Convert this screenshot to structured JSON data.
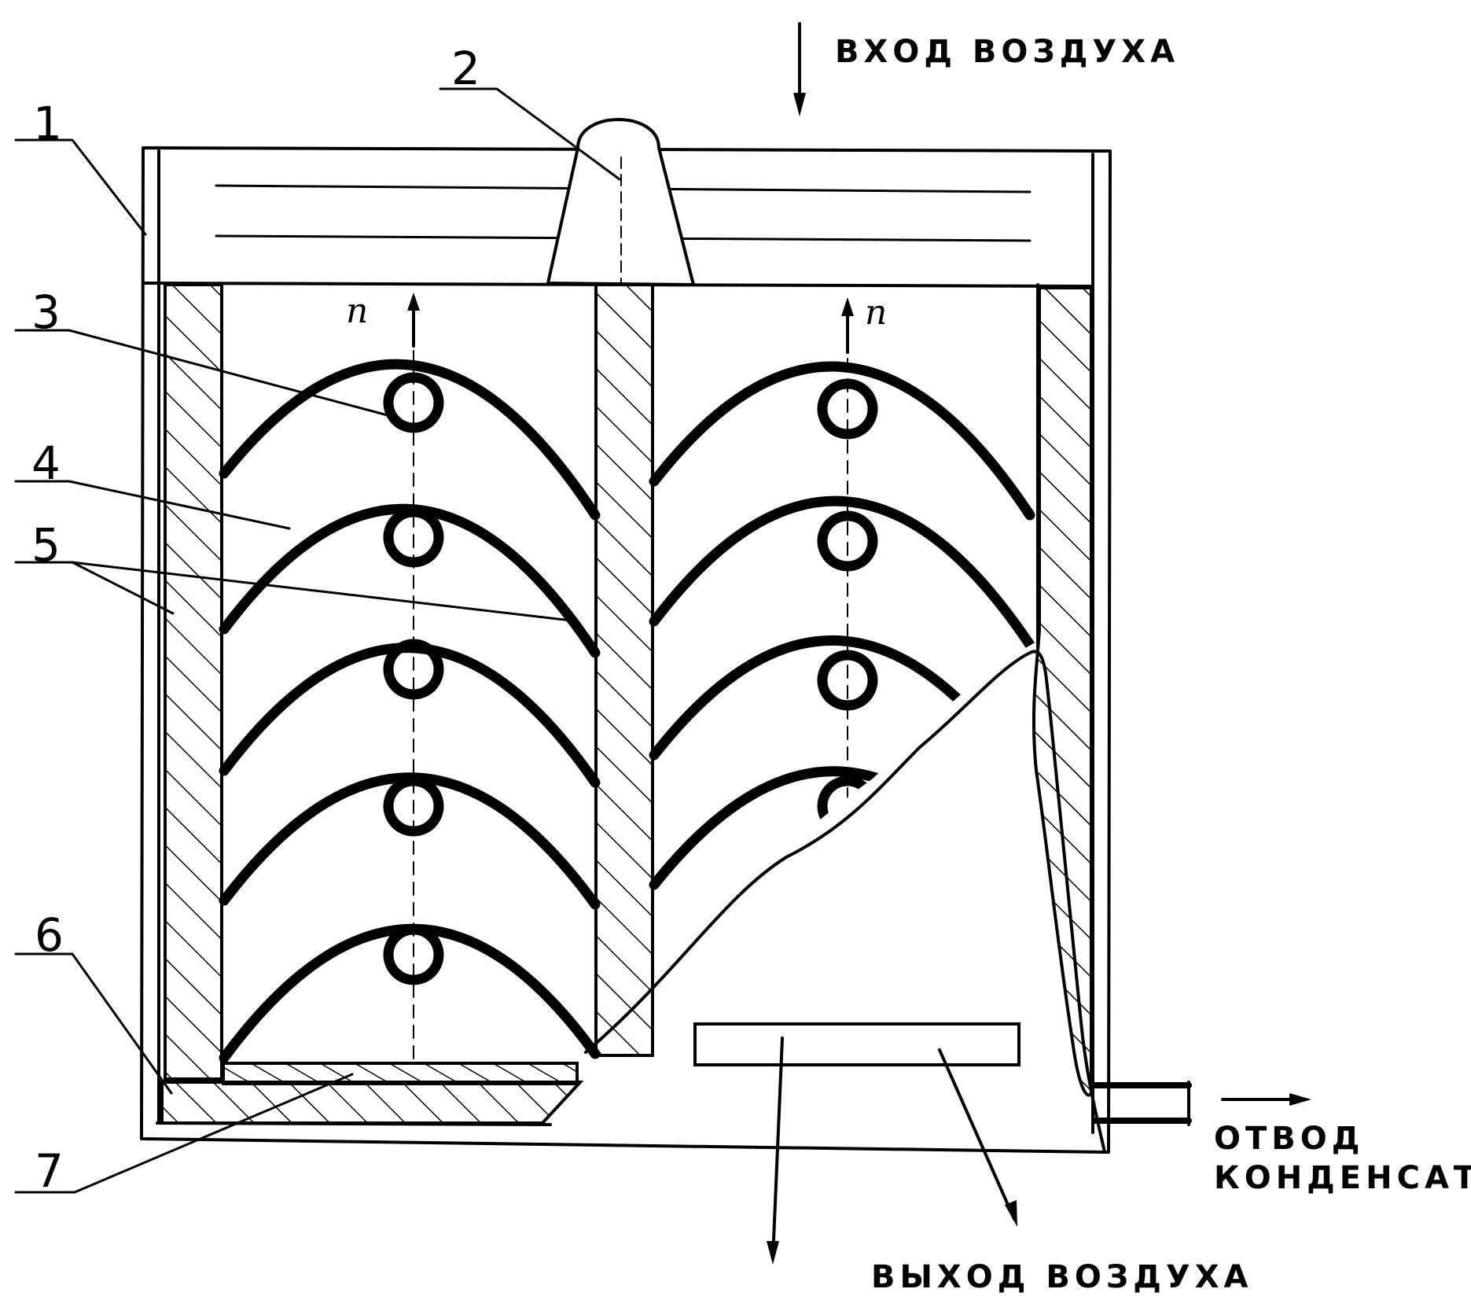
{
  "diagram": {
    "labels": {
      "inlet": "ВХОД ВОЗДУХА",
      "outlet": "ВЫХОД ВОЗДУХА",
      "drain_line1": "ОТВОД",
      "drain_line2": "КОНДЕНСАТА",
      "normal_left": "n",
      "normal_right": "n"
    },
    "callouts": [
      "1",
      "2",
      "3",
      "4",
      "5",
      "6",
      "7"
    ],
    "colors": {
      "ink": "#000000",
      "background": "#ffffff"
    }
  }
}
